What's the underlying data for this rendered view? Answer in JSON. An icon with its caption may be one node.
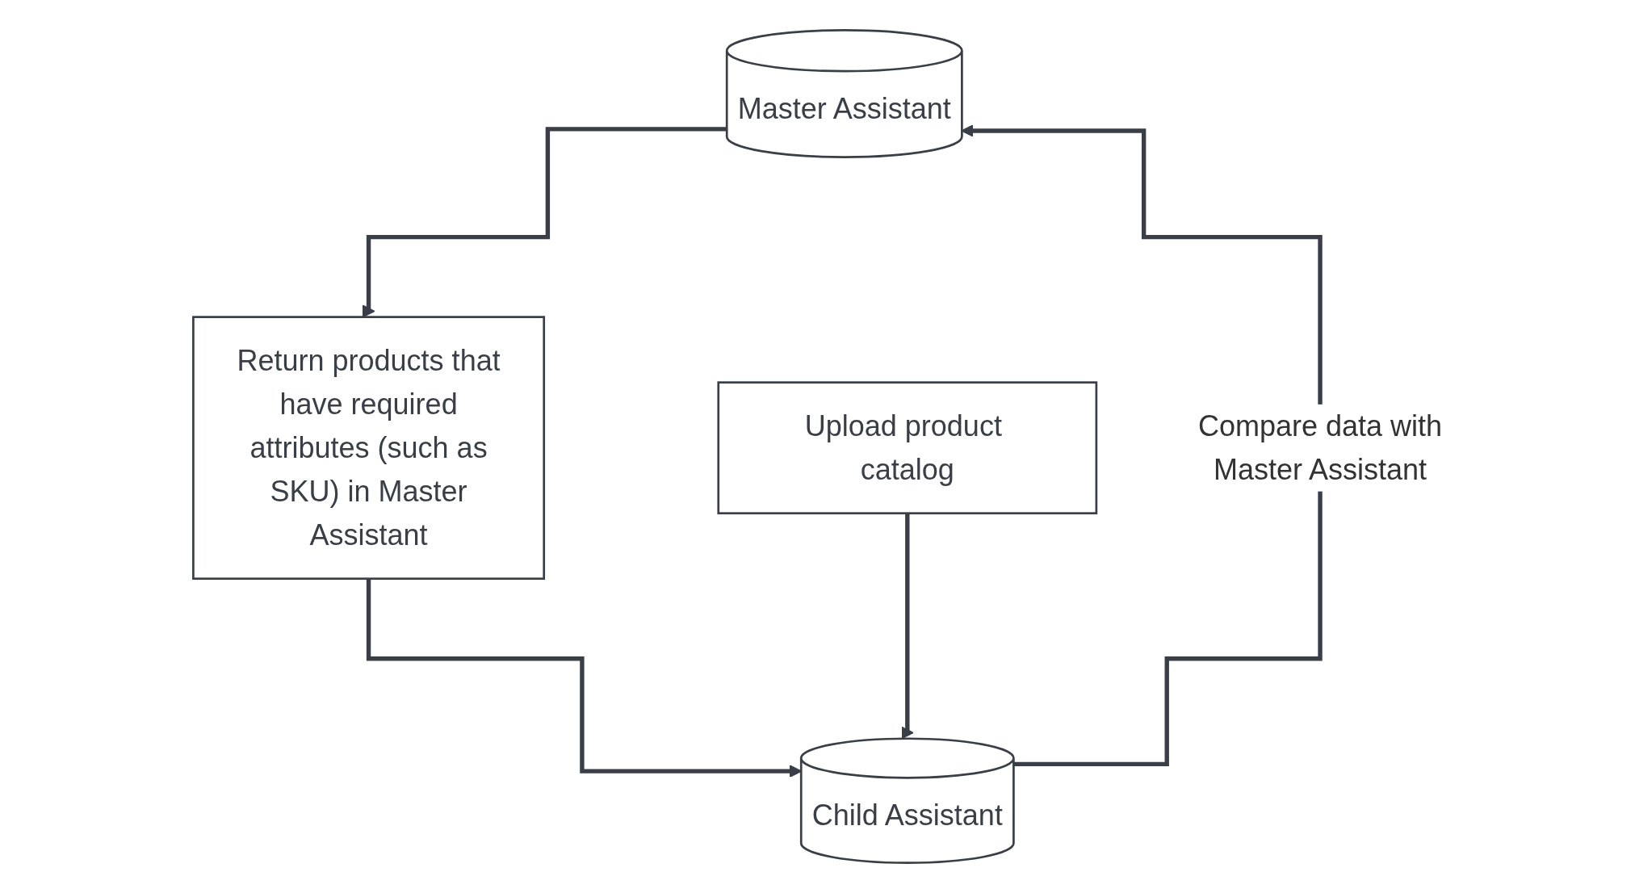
{
  "diagram": {
    "nodes": [
      {
        "text": [
          "Master Assistant"
        ]
      },
      {
        "text": [
          "Return products that have required attributes (such as SKU) in Master Assistant"
        ]
      },
      {
        "text": [
          "Child Assistant"
        ]
      },
      {
        "text": [
          "Upload product catalog"
        ]
      }
    ],
    "edges": [
      {
        "from": 0,
        "to": 1,
        "arrow": "to"
      },
      {
        "from": 1,
        "to": 2,
        "arrow": "to"
      },
      {
        "from": 2,
        "to": 0,
        "arrow": "to",
        "label": "Compare data with Master Assistant"
      },
      {
        "from": 3,
        "to": 2,
        "arrow": "to"
      }
    ]
  }
}
